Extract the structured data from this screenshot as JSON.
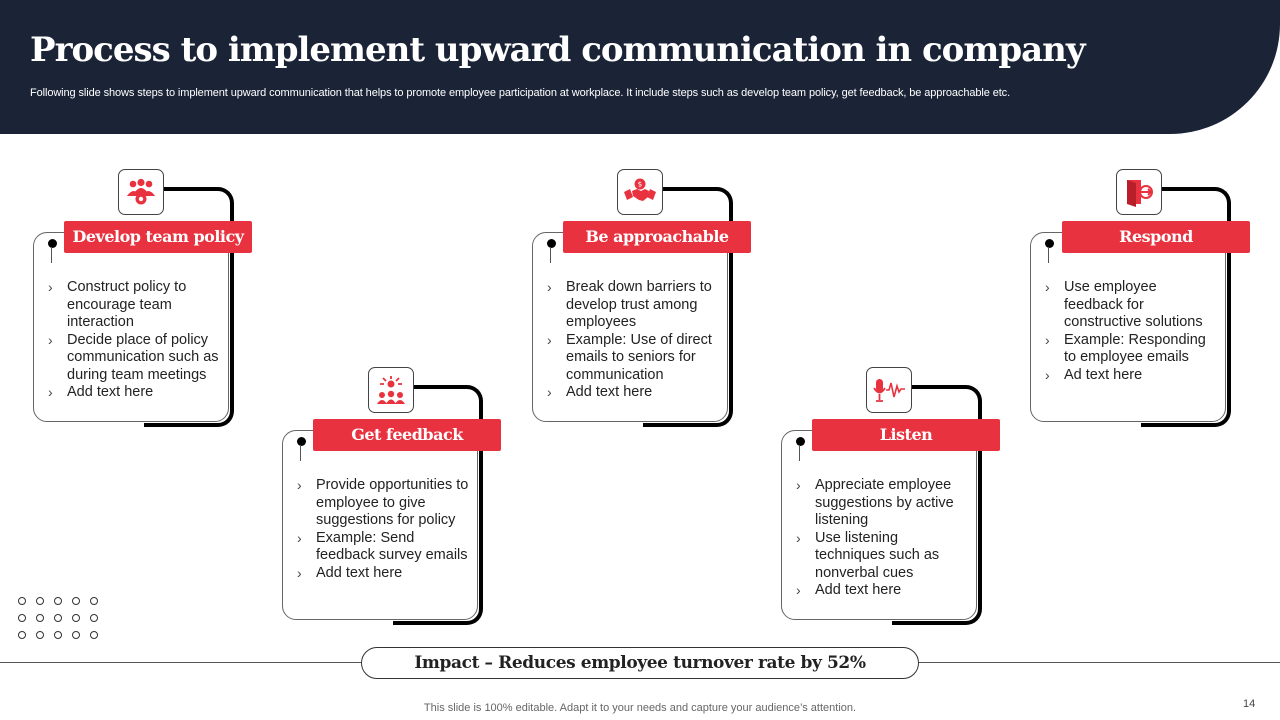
{
  "header": {
    "title": "Process to implement upward communication in company",
    "subtitle": "Following slide shows steps to implement upward communication that helps to promote employee participation at workplace. It include steps such as develop team policy, get feedback, be approachable etc."
  },
  "steps": [
    {
      "label": "Develop team policy",
      "icon": "team-settings-icon",
      "bullets": [
        "Construct policy to encourage team interaction",
        "Decide place of policy communication such as during team meetings",
        "Add text here"
      ]
    },
    {
      "label": "Get feedback",
      "icon": "feedback-group-icon",
      "bullets": [
        "Provide opportunities to employee to give suggestions for policy",
        "Example: Send feedback survey emails",
        "Add text here"
      ]
    },
    {
      "label": "Be approachable",
      "icon": "handshake-icon",
      "bullets": [
        "Break down barriers to develop trust among employees",
        "Example: Use of direct emails to seniors for communication",
        "Add text here"
      ]
    },
    {
      "label": "Listen",
      "icon": "microphone-wave-icon",
      "bullets": [
        "Appreciate employee suggestions by active listening",
        "Use listening techniques such as nonverbal cues",
        "Add text here"
      ]
    },
    {
      "label": "Respond",
      "icon": "exit-door-icon",
      "bullets": [
        "Use employee feedback for constructive solutions",
        "Example: Responding to employee emails",
        "Ad text here"
      ]
    }
  ],
  "impact": "Impact – Reduces employee turnover rate by 52%",
  "footer": "This slide is 100% editable. Adapt it to your needs and capture your audience’s attention.",
  "page_number": "14",
  "colors": {
    "header_bg": "#1b2437",
    "accent": "#e8323f"
  }
}
